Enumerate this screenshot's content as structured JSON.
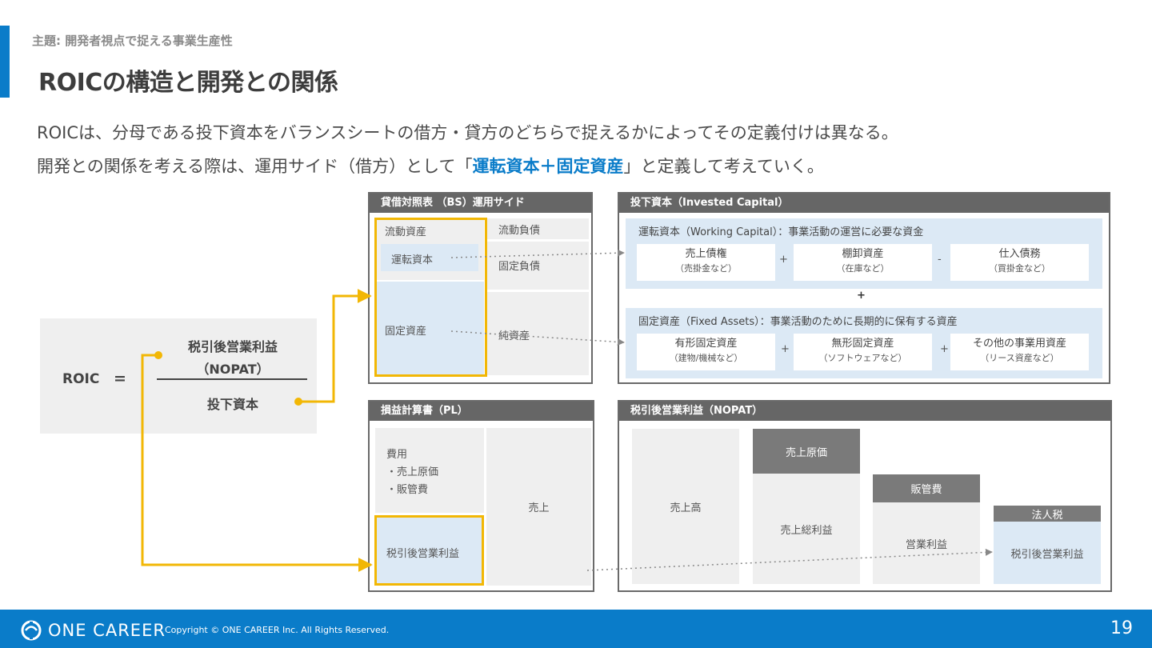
{
  "header": {
    "topic": "主題: 開発者視点で捉える事業生産性",
    "title": "ROICの構造と開発との関係"
  },
  "lead": {
    "line1": "ROICは、分母である投下資本をバランスシートの借方・貸方のどちらで捉えるかによってその定義付けは異なる。",
    "line2_pre": "開発との関係を考える際は、運用サイド（借方）として「",
    "line2_highlight": "運転資本＋固定資産",
    "line2_post": "」と定義して考えていく。"
  },
  "formula": {
    "lhs": "ROIC",
    "eq": "=",
    "numerator_line1": "税引後営業利益",
    "numerator_line2": "（NOPAT）",
    "denominator": "投下資本"
  },
  "bs": {
    "title": "貸借対照表 （BS）運用サイド",
    "current_assets": "流動資産",
    "working_capital": "運転資本",
    "fixed_assets": "固定資産",
    "current_liabilities": "流動負債",
    "fixed_liabilities": "固定負債",
    "net_assets": "純資産"
  },
  "ic": {
    "title": "投下資本（Invested Capital）",
    "wc_title": "運転資本（Working Capital）：事業活動の運営に必要な資金",
    "wc_items": [
      {
        "label": "売上債権",
        "sub": "（売掛金など）"
      },
      {
        "label": "棚卸資産",
        "sub": "（在庫など）"
      },
      {
        "label": "仕入債務",
        "sub": "（買掛金など）"
      }
    ],
    "wc_ops": [
      "+",
      "-"
    ],
    "plus": "+",
    "fa_title": "固定資産（Fixed Assets）：事業活動のために長期的に保有する資産",
    "fa_items": [
      {
        "label": "有形固定資産",
        "sub": "（建物/機械など）"
      },
      {
        "label": "無形固定資産",
        "sub": "（ソフトウェアなど）"
      },
      {
        "label": "その他の事業用資産",
        "sub": "（リース資産など）"
      }
    ],
    "fa_ops": [
      "+",
      "+"
    ]
  },
  "pl": {
    "title": "損益計算書（PL）",
    "expense_title": "費用",
    "expense_item1": "・売上原価",
    "expense_item2": "・販管費",
    "nopat": "税引後営業利益",
    "sales": "売上"
  },
  "nopat": {
    "title": "税引後営業利益（NOPAT）",
    "revenue": "売上高",
    "cogs": "売上原価",
    "gross_profit": "売上総利益",
    "sga": "販管費",
    "operating_profit": "営業利益",
    "tax": "法人税",
    "nopat": "税引後営業利益"
  },
  "footer": {
    "logo": "ONE CAREER",
    "copyright": "Copyright © ONE CAREER Inc. All Rights Reserved.",
    "page": "19"
  },
  "colors": {
    "accent": "#0a7cc9",
    "highlight_frame": "#f2b705",
    "panel_header": "#666666",
    "cell_gray": "#efefef",
    "cell_blue": "#dce9f5"
  }
}
